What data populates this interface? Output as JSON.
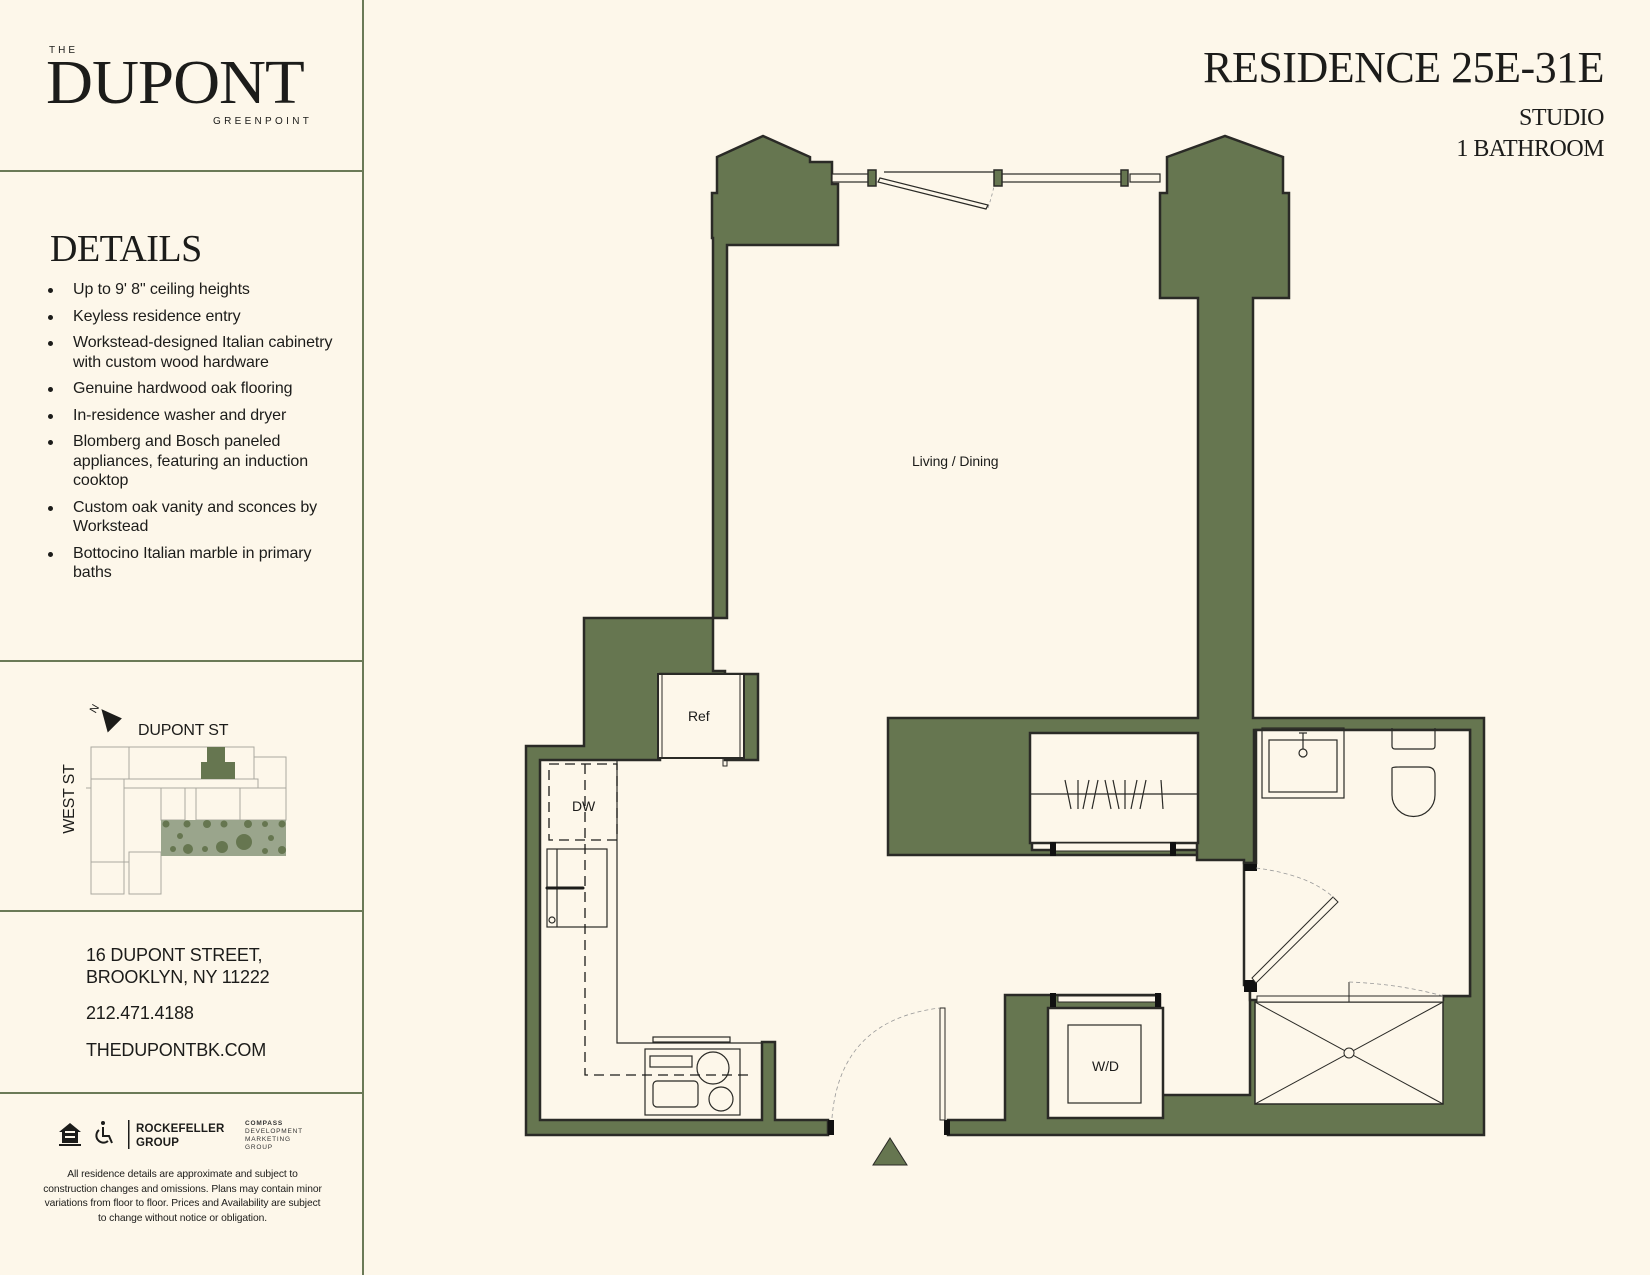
{
  "colors": {
    "background": "#FDF7EA",
    "wall_fill": "#667650",
    "wall_stroke": "#2a2a26",
    "divider": "#6B7A57",
    "text": "#1c1c1a"
  },
  "brand": {
    "the": "THE",
    "name": "DUPONT",
    "location": "GREENPOINT"
  },
  "details": {
    "title": "DETAILS",
    "items": [
      "Up to 9' 8\" ceiling heights",
      "Keyless residence entry",
      "Workstead-designed Italian cabinetry with custom wood hardware",
      "Genuine hardwood oak flooring",
      "In-residence washer and dryer",
      "Blomberg and Bosch paneled appliances, featuring an induction cooktop",
      "Custom oak vanity and sconces by Workstead",
      "Bottocino Italian marble in primary baths"
    ]
  },
  "site_map": {
    "north_label": "N",
    "street_top": "DUPONT ST",
    "street_left": "WEST ST"
  },
  "contact": {
    "address_line1": "16 DUPONT STREET,",
    "address_line2": "BROOKLYN, NY 11222",
    "phone": "212.471.4188",
    "website": "THEDUPONTBK.COM"
  },
  "footer": {
    "icons": [
      "equal-housing-opportunity-icon",
      "wheelchair-accessible-icon"
    ],
    "partner1_line1": "ROCKEFELLER",
    "partner1_line2": "GROUP",
    "partner2_line1": "COMPASS",
    "partner2_line2": "DEVELOPMENT",
    "partner2_line3": "MARKETING",
    "partner2_line4": "GROUP",
    "legal": "All residence details are approximate and subject to construction changes and omissions. Plans may contain minor variations from floor to floor. Prices and Availability are subject to change without notice or obligation."
  },
  "residence": {
    "title": "RESIDENCE 25E-31E",
    "type": "STUDIO",
    "bathrooms": "1 BATHROOM"
  },
  "floorplan": {
    "rooms": {
      "living": "Living / Dining",
      "ref": "Ref",
      "dw": "DW",
      "wd": "W/D"
    }
  }
}
